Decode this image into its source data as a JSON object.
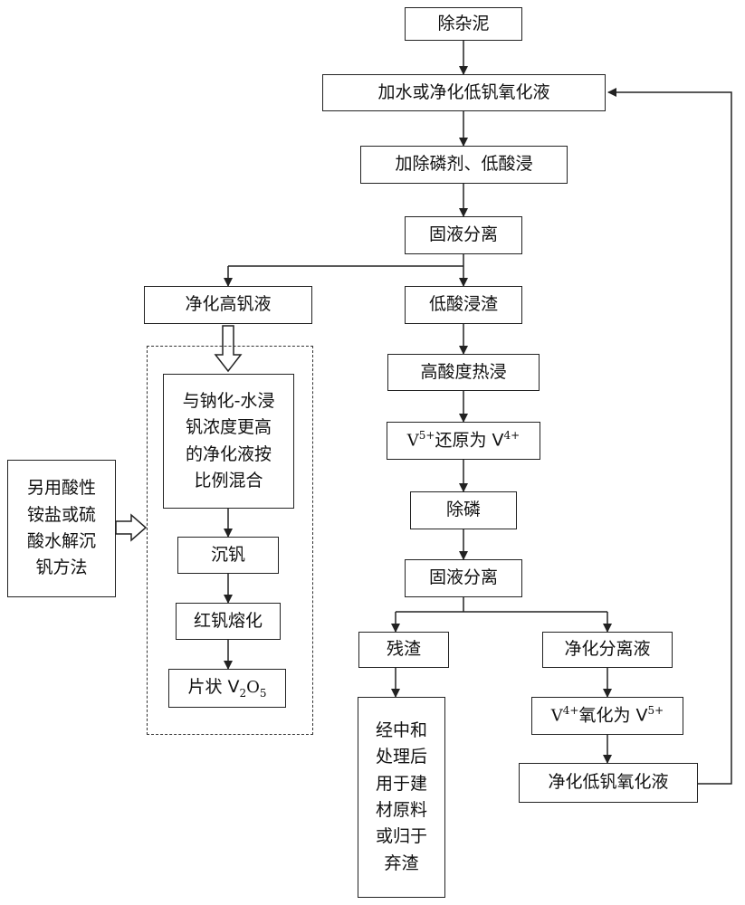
{
  "nodes": {
    "remove_mud": "除杂泥",
    "add_water": "加水或净化低钒氧化液",
    "add_dephos_low_acid": "加除磷剂、低酸浸",
    "solid_liquid_1": "固液分离",
    "purified_high_v": "净化高钒液",
    "low_acid_residue": "低酸浸渣",
    "high_acid_hot_leach": "高酸度热浸",
    "reduce_pre": "V",
    "reduce_sup1": "5+",
    "reduce_mid": "还原为 V",
    "reduce_sup2": "4+",
    "dephos": "除磷",
    "solid_liquid_2": "固液分离",
    "residue": "残渣",
    "purified_sep_liquid": "净化分离液",
    "oxidize_pre": "V",
    "oxidize_sup1": "4+",
    "oxidize_mid": "氧化为 V",
    "oxidize_sup2": "5+",
    "purified_low_v_ox": "净化低钒氧化液",
    "mix_lines": [
      "与钠化-水浸",
      "钒浓度更高",
      "的净化液按",
      "比例混合"
    ],
    "precip_v": "沉钒",
    "red_v_melt": "红钒熔化",
    "flake_pre": "片状 V",
    "flake_sub1": "2",
    "flake_mid": "O",
    "flake_sub2": "5",
    "alt_lines": [
      "另用酸性",
      "铵盐或硫",
      "酸水解沉",
      "钒方法"
    ],
    "neutral_lines": [
      "经中和",
      "处理后",
      "用于建",
      "材原料",
      "或归于",
      "弃渣"
    ]
  }
}
